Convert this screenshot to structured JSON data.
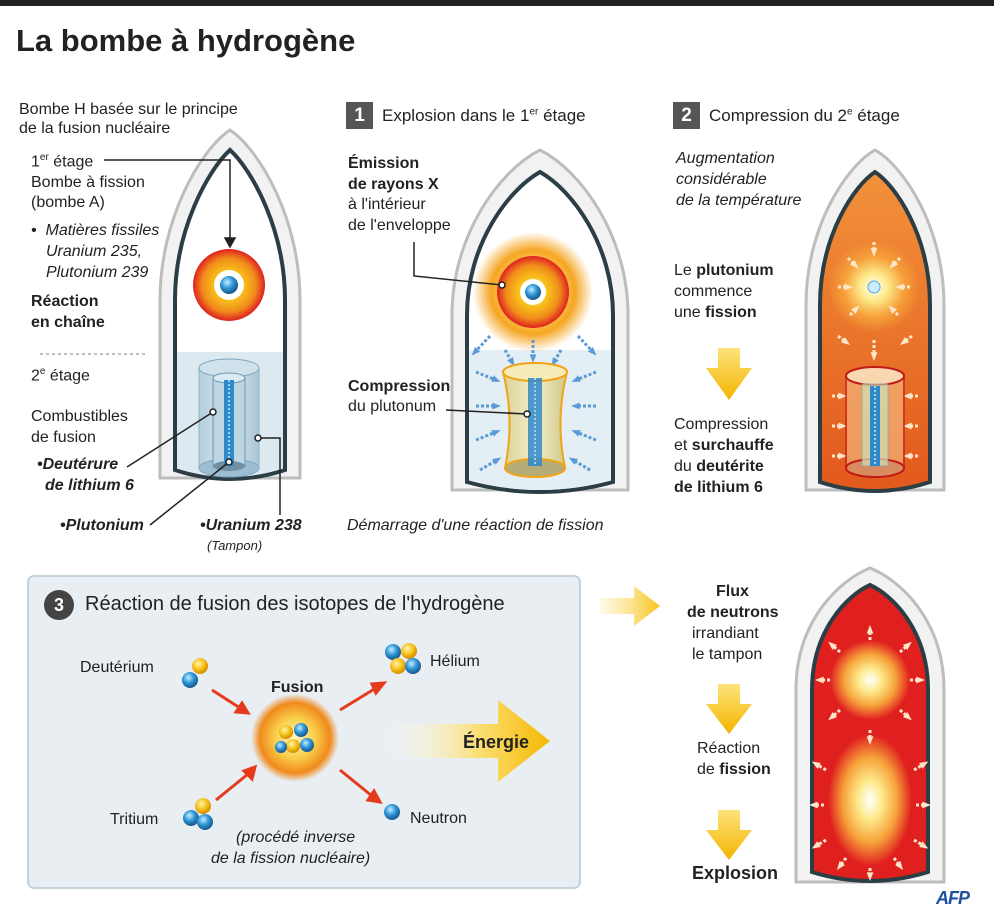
{
  "title": "La bombe à hydrogène",
  "intro": {
    "line1": "Bombe H basée sur le principe",
    "line2": "de la fusion nucléaire"
  },
  "stage1": {
    "label": "1",
    "label_sup": "er",
    "label_rest": " étage",
    "desc1": "Bombe à fission",
    "desc2": "(bombe A)",
    "mat1": "Matières fissiles",
    "mat2": "Uranium 235,",
    "mat3": "Plutonium 239",
    "react1": "Réaction",
    "react2": "en chaîne"
  },
  "stage2": {
    "label": "2",
    "label_sup": "e",
    "label_rest": " étage",
    "fuel1": "Combustibles",
    "fuel2": "de fusion",
    "deut1": "Deutérure",
    "deut2": "de lithium 6",
    "pluto": "Plutonium",
    "uran": "Uranium 238",
    "tampon": "(Tampon)"
  },
  "step1": {
    "num": "1",
    "title": "Explosion dans le 1",
    "title_sup": "er",
    "title_rest": " étage",
    "emit1": "Émission",
    "emit2": "de rayons X",
    "emit3": "à l'intérieur",
    "emit4": "de l'enveloppe",
    "comp1": "Compression",
    "comp2": "du plutonum",
    "start": "Démarrage d'une réaction de fission"
  },
  "step2": {
    "num": "2",
    "title": "Compression du 2",
    "title_sup": "e",
    "title_rest": " étage",
    "aug1": "Augmentation",
    "aug2": "considérable",
    "aug3": "de la température",
    "plu1a": "Le ",
    "plu1b": "plutonium",
    "plu2": "commence",
    "plu3a": "une ",
    "plu3b": "fission",
    "cs1": "Compression",
    "cs2a": "et ",
    "cs2b": "surchauffe",
    "cs3a": "du ",
    "cs3b": "deutérite",
    "cs4": "de lithium 6"
  },
  "step3": {
    "num": "3",
    "title": "Réaction de fusion des isotopes de l'hydrogène",
    "deuterium": "Deutérium",
    "tritium": "Tritium",
    "fusion": "Fusion",
    "helium": "Hélium",
    "neutron": "Neutron",
    "energie": "Énergie",
    "inv1": "(procédé inverse",
    "inv2": "de la fission nucléaire)"
  },
  "final": {
    "flux1": "Flux",
    "flux2": "de neutrons",
    "flux3": "irrandiant",
    "flux4": "le tampon",
    "react1": "Réaction",
    "react2a": "de ",
    "react2b": "fission",
    "explosion": "Explosion"
  },
  "credit": "AFP",
  "colors": {
    "dark": "#333333",
    "orange": "#f08a1c",
    "red": "#e02020",
    "yellow": "#f7c21a",
    "blue": "#2f88c8",
    "panel": "#e8eef2",
    "light_blue": "#dde9f1"
  }
}
